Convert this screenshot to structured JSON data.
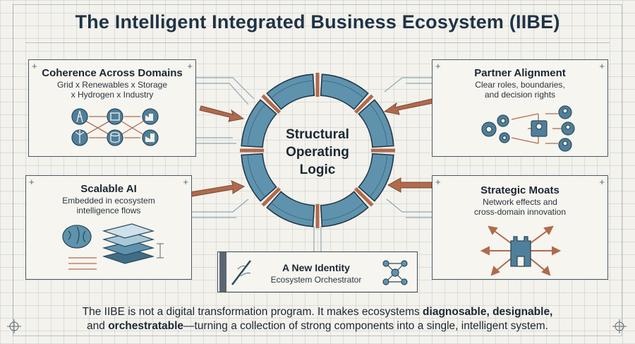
{
  "title": "The Intelligent Integrated Business Ecosystem (IIBE)",
  "hub": {
    "label": "Structural\nOperating\nLogic"
  },
  "cards": {
    "coherence": {
      "title": "Coherence Across Domains",
      "subtitle": "Grid x Renewables x Storage\nx Hydrogen x Industry"
    },
    "partner": {
      "title": "Partner Alignment",
      "subtitle": "Clear roles, boundaries,\nand decision rights"
    },
    "scalable": {
      "title": "Scalable AI",
      "subtitle": "Embedded in ecosystem\nintelligence flows"
    },
    "moats": {
      "title": "Strategic Moats",
      "subtitle": "Network effects and\ncross-domain innovation"
    }
  },
  "identity": {
    "title": "A New Identity",
    "subtitle": "Ecosystem Orchestrator"
  },
  "footer": {
    "part1": "The IIBE is not a digital transformation program. It makes ecosystems ",
    "bold1": "diagnosable, designable,",
    "part2": "and ",
    "bold2": "orchestratable",
    "part3": "—turning a collection of strong components into a single, intelligent system."
  },
  "icons": {
    "coherence": [
      "grid-tower-icon",
      "battery-icon",
      "factory-icon",
      "wind-turbine-icon",
      "storage-cylinder-icon",
      "industry-icon"
    ],
    "partner": [
      "gears-icon",
      "people-network-icon"
    ],
    "scalable": [
      "brain-icon",
      "layered-grid-icon"
    ],
    "moats": [
      "fortress-tower-icon",
      "arrows-outward-icon"
    ],
    "identity": [
      "conductor-baton-icon",
      "network-node-icon"
    ]
  },
  "colors": {
    "ring": "#5f93ad",
    "ring_dark": "#3f6d86",
    "arrow": "#b06a4c",
    "ink": "#1f3346"
  }
}
